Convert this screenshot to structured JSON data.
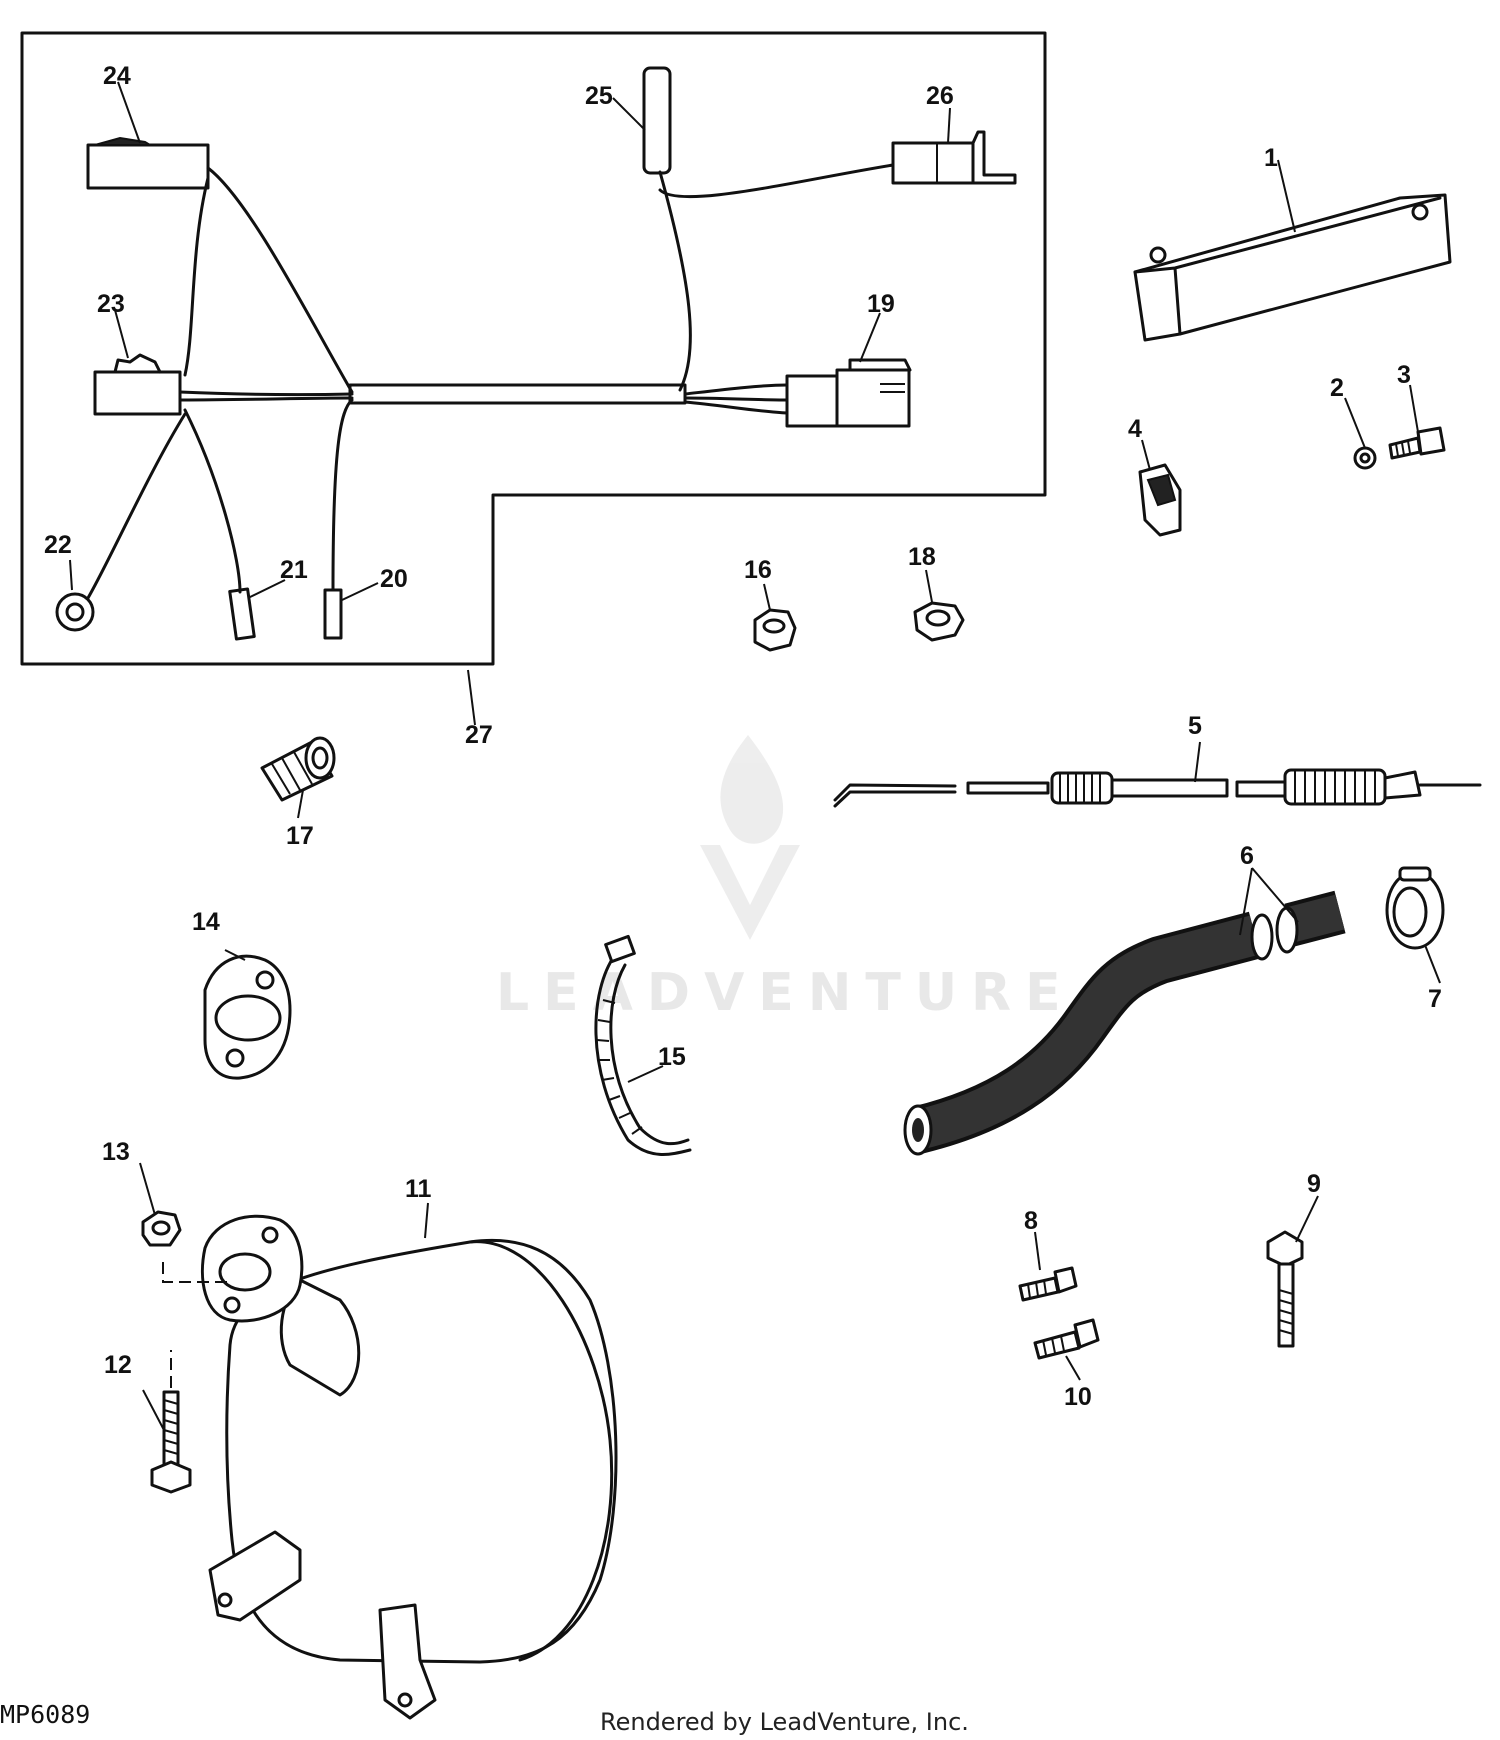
{
  "diagram": {
    "diagram_code": "MP6089",
    "credit": "Rendered by LeadVenture, Inc.",
    "watermark": "LEADVENTURE",
    "callouts": [
      "1",
      "2",
      "3",
      "4",
      "5",
      "6",
      "7",
      "8",
      "9",
      "10",
      "11",
      "12",
      "13",
      "14",
      "15",
      "16",
      "17",
      "18",
      "19",
      "20",
      "21",
      "22",
      "23",
      "24",
      "25",
      "26",
      "27"
    ]
  }
}
